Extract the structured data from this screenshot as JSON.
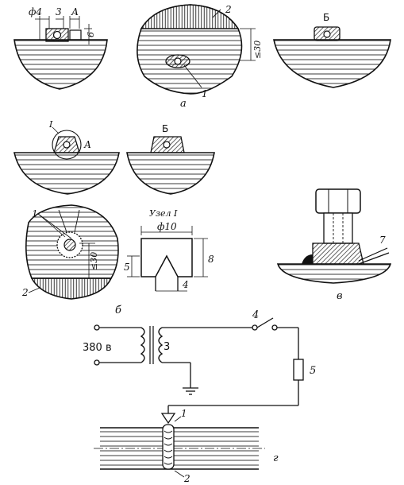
{
  "panel_a": {
    "letter": "а",
    "dim_phi4": "ф4",
    "dim_3": "3",
    "dim_A": "А",
    "dim_6": "6",
    "dim_le30": "≤30",
    "label_1": "1",
    "label_2": "2",
    "view_B": "Б"
  },
  "panel_b": {
    "letter": "б",
    "view_I": "I",
    "view_A": "А",
    "view_B": "Б",
    "label_1": "1",
    "label_2": "2",
    "dim_le30": "≤30",
    "node_title": "Узел I",
    "dim_phi10": "ф10",
    "dim_8": "8",
    "dim_5": "5",
    "dim_4": "4"
  },
  "panel_v": {
    "letter": "в",
    "label_7": "7"
  },
  "panel_g": {
    "letter": "г",
    "voltage": "380 в",
    "label_3": "3",
    "label_4": "4",
    "label_5": "5",
    "label_1": "1",
    "label_2": "2"
  }
}
